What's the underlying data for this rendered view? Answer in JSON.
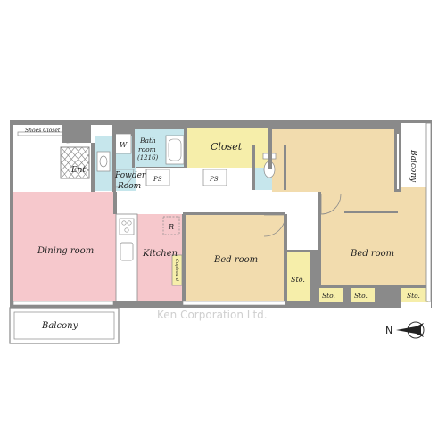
{
  "colors": {
    "wall": "#8a8a8a",
    "dining_kitchen": "#f6c8cc",
    "bedroom": "#f2dcae",
    "wet_area": "#c6e6ec",
    "closet": "#f6eeaa",
    "storage": "#f6eeaa",
    "hall": "#ffffff",
    "balcony": "#ffffff"
  },
  "rooms": {
    "shoes_closet": "Shoes Closet",
    "entrance": "Ent.",
    "bath": "Bath",
    "bath_room": "room",
    "bath_size": "(1216)",
    "washer": "W",
    "powder_1": "Powder",
    "powder_2": "Room",
    "ps_1": "PS",
    "ps_2": "PS",
    "closet": "Closet",
    "balcony_right": "Balcony",
    "dining": "Dining room",
    "kitchen": "Kitchen",
    "refrigerator": "R",
    "cupboard": "Cupboard",
    "bedroom_1": "Bed room",
    "bedroom_2": "Bed room",
    "storage_1": "Sto.",
    "storage_2": "Sto.",
    "storage_3": "Sto.",
    "storage_4": "Sto.",
    "balcony_left": "Balcony"
  },
  "watermark": "Ken Corporation Ltd.",
  "compass": {
    "north_label": "N",
    "icon": "north-arrow-icon"
  }
}
